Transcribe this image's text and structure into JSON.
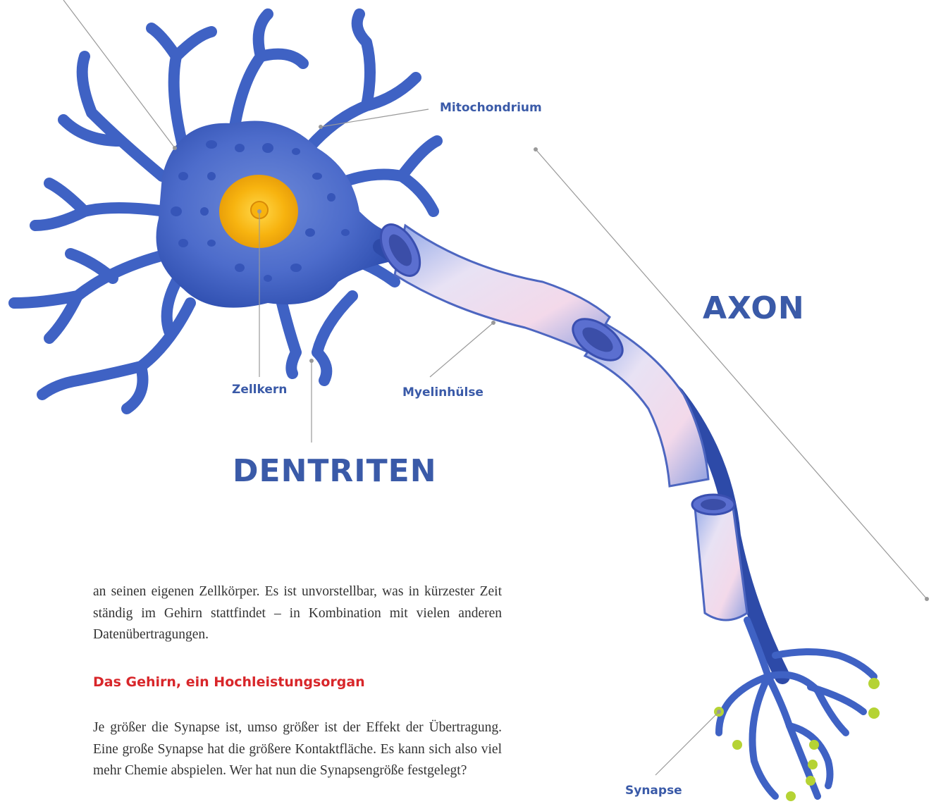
{
  "labels": {
    "mitochondrium": "Mitochondrium",
    "axon": "AXON",
    "zellkern": "Zellkern",
    "myelinhuelse": "Myelinhülse",
    "dentriten": "DENTRITEN",
    "synapse": "Synapse"
  },
  "paragraph_1": "an seinen eigenen Zellkörper. Es ist unvorstellbar, was in kürzester Zeit ständig im Gehirn stattfindet – in Kombination mit vielen anderen Datenübertragungen.",
  "section_heading": "Das Gehirn, ein Hochleistungsorgan",
  "paragraph_2": "Je größer die Synapse ist, umso größer ist der Effekt der Übertragung. Eine große Synapse hat die größere Kontaktfläche. Es kann sich also viel mehr Chemie abspielen. Wer hat nun die Synapsengröße festgelegt?",
  "colors": {
    "label_blue": "#3a5aa8",
    "heading_red": "#d8262a",
    "neuron_blue": "#3f62c4",
    "nucleus_yellow": "#f7b30f",
    "synapse_green": "#b5d334"
  }
}
